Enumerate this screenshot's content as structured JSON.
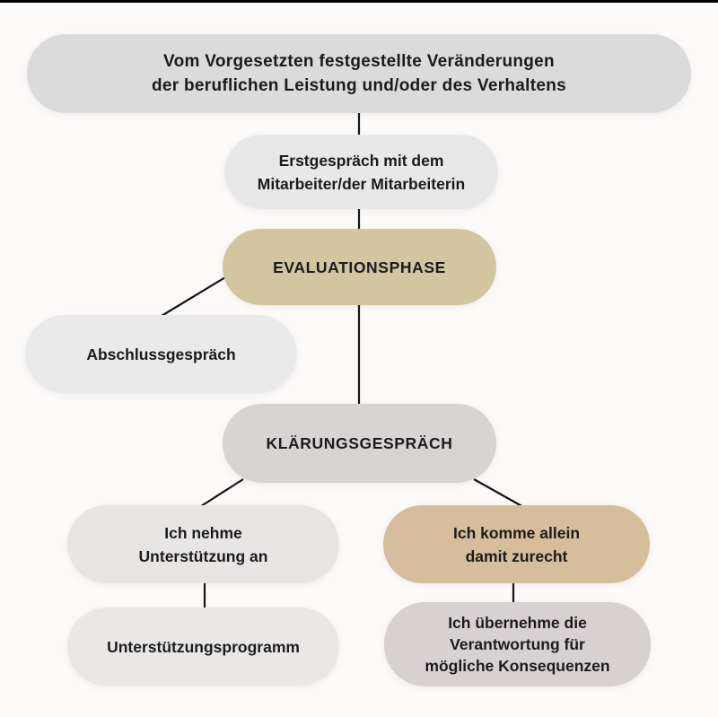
{
  "page": {
    "background_color": "#fdfafa",
    "top_rule_color": "#000000",
    "connector_color": "#141414",
    "text_color": "#1c1b1b"
  },
  "diagram": {
    "type": "flowchart",
    "language": "de",
    "nodes": [
      {
        "id": "changes",
        "lines": [
          "Vom Vorgesetzten festgestellte Veränderungen",
          "der beruflichen Leistung und/oder des Verhaltens"
        ],
        "color": "#dcdbdb"
      },
      {
        "id": "first-talk",
        "lines": [
          "Erstgespräch mit dem",
          "Mitarbeiter/der Mitarbeiterin"
        ],
        "color": "#e9e8e8"
      },
      {
        "id": "evaluation-phase",
        "lines": [
          "EVALUATIONSPHASE"
        ],
        "color": "#d2c5a0"
      },
      {
        "id": "final-talk",
        "lines": [
          "Abschlussgespräch"
        ],
        "color": "#ebeaea"
      },
      {
        "id": "clarification-talk",
        "lines": [
          "KLÄRUNGSGESPRÄCH"
        ],
        "color": "#d9d4d4"
      },
      {
        "id": "accept-support",
        "lines": [
          "Ich nehme",
          "Unterstützung an"
        ],
        "color": "#e8e5e5"
      },
      {
        "id": "cope-alone",
        "lines": [
          "Ich komme allein",
          "damit zurecht"
        ],
        "color": "#d6bd9c"
      },
      {
        "id": "support-program",
        "lines": [
          "Unterstützungsprogramm"
        ],
        "color": "#eae7e7"
      },
      {
        "id": "take-responsibility",
        "lines": [
          "Ich übernehme die",
          "Verantwortung für",
          "mögliche Konsequenzen"
        ],
        "color": "#d7d1d2"
      }
    ],
    "edges": [
      {
        "from": "changes",
        "to": "first-talk"
      },
      {
        "from": "first-talk",
        "to": "evaluation-phase"
      },
      {
        "from": "evaluation-phase",
        "to": "final-talk"
      },
      {
        "from": "evaluation-phase",
        "to": "clarification-talk"
      },
      {
        "from": "clarification-talk",
        "to": "accept-support"
      },
      {
        "from": "clarification-talk",
        "to": "cope-alone"
      },
      {
        "from": "accept-support",
        "to": "support-program"
      },
      {
        "from": "cope-alone",
        "to": "take-responsibility"
      }
    ]
  }
}
